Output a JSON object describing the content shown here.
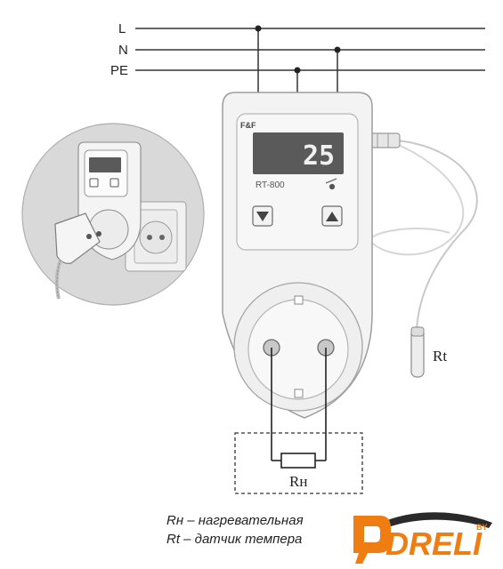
{
  "wires": {
    "labels": [
      "L",
      "N",
      "PE"
    ]
  },
  "device": {
    "brand_mark": "F&F",
    "display_value": "25",
    "model": "RT-800",
    "buttons": [
      "down-arrow-icon",
      "up-arrow-icon"
    ]
  },
  "sensor": {
    "label": "Rt"
  },
  "heater": {
    "label": "Rн"
  },
  "legend": {
    "rh": "Rн – нагревательная",
    "rt": "Rt – датчик темпера"
  },
  "logo": {
    "text": "DRELI",
    "suffix": "BY"
  },
  "colors": {
    "lcd": "#5a5a5a",
    "device_body": "#f3f3f3",
    "logo_orange": "#f07d12",
    "logo_dark": "#2a2a2a"
  }
}
